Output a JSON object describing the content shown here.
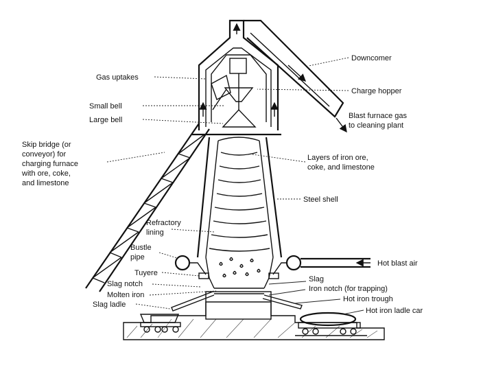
{
  "labels": {
    "downcomer": "Downcomer",
    "gas_uptakes": "Gas uptakes",
    "charge_hopper": "Charge hopper",
    "small_bell": "Small bell",
    "large_bell": "Large bell",
    "blast_gas_1": "Blast furnace gas",
    "blast_gas_2": "to cleaning plant",
    "skip_1": "Skip bridge (or",
    "skip_2": "conveyor) for",
    "skip_3": "charging furnace",
    "skip_4": "with ore, coke,",
    "skip_5": "and limestone",
    "layers_1": "Layers of iron ore,",
    "layers_2": "coke, and limestone",
    "steel_shell": "Steel shell",
    "refractory_1": "Refractory",
    "refractory_2": "lining",
    "bustle_1": "Bustle",
    "bustle_2": "pipe",
    "hot_blast_air": "Hot blast air",
    "tuyere": "Tuyere",
    "slag": "Slag",
    "slag_notch": "Slag notch",
    "iron_notch": "Iron notch (for trapping)",
    "molten_iron": "Molten iron",
    "hot_iron_trough": "Hot iron trough",
    "slag_ladle": "Slag ladle",
    "hot_iron_ladle_car": "Hot iron ladle car"
  }
}
